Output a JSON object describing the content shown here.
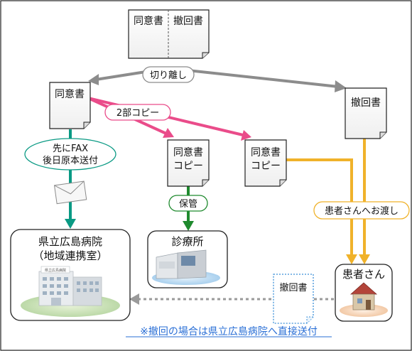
{
  "original_doc": {
    "left_label": "同意書",
    "right_label": "撤回書"
  },
  "separate_label": "切り離し",
  "consent_doc": {
    "label": "同意書"
  },
  "withdraw_doc": {
    "label": "撤回書"
  },
  "copy_label": "2部コピー",
  "copy_doc_1": {
    "line1": "同意書",
    "line2": "コピー"
  },
  "copy_doc_2": {
    "line1": "同意書",
    "line2": "コピー"
  },
  "fax_label": {
    "line1": "先にFAX",
    "line2": "後日原本送付"
  },
  "keep_label": "保管",
  "handover_label": "患者さんへお渡し",
  "hospital": {
    "line1": "県立広島病院",
    "line2": "（地域連携室）",
    "sign": "県立広島病院"
  },
  "clinic": {
    "label": "診療所"
  },
  "patient": {
    "label": "患者さん"
  },
  "withdraw_note_doc": {
    "label": "撤回書"
  },
  "footer_note": "※撤回の場合は県立広島病院へ直接送付",
  "colors": {
    "gray_arrow": "#8c8c8c",
    "pink_arrow": "#ea4c8a",
    "teal_arrow": "#0a9a84",
    "green_arrow": "#1f8a2e",
    "orange_arrow": "#f0b22a",
    "note_blue": "#2a6fd6",
    "dotted_gray": "#9a9a9a"
  }
}
